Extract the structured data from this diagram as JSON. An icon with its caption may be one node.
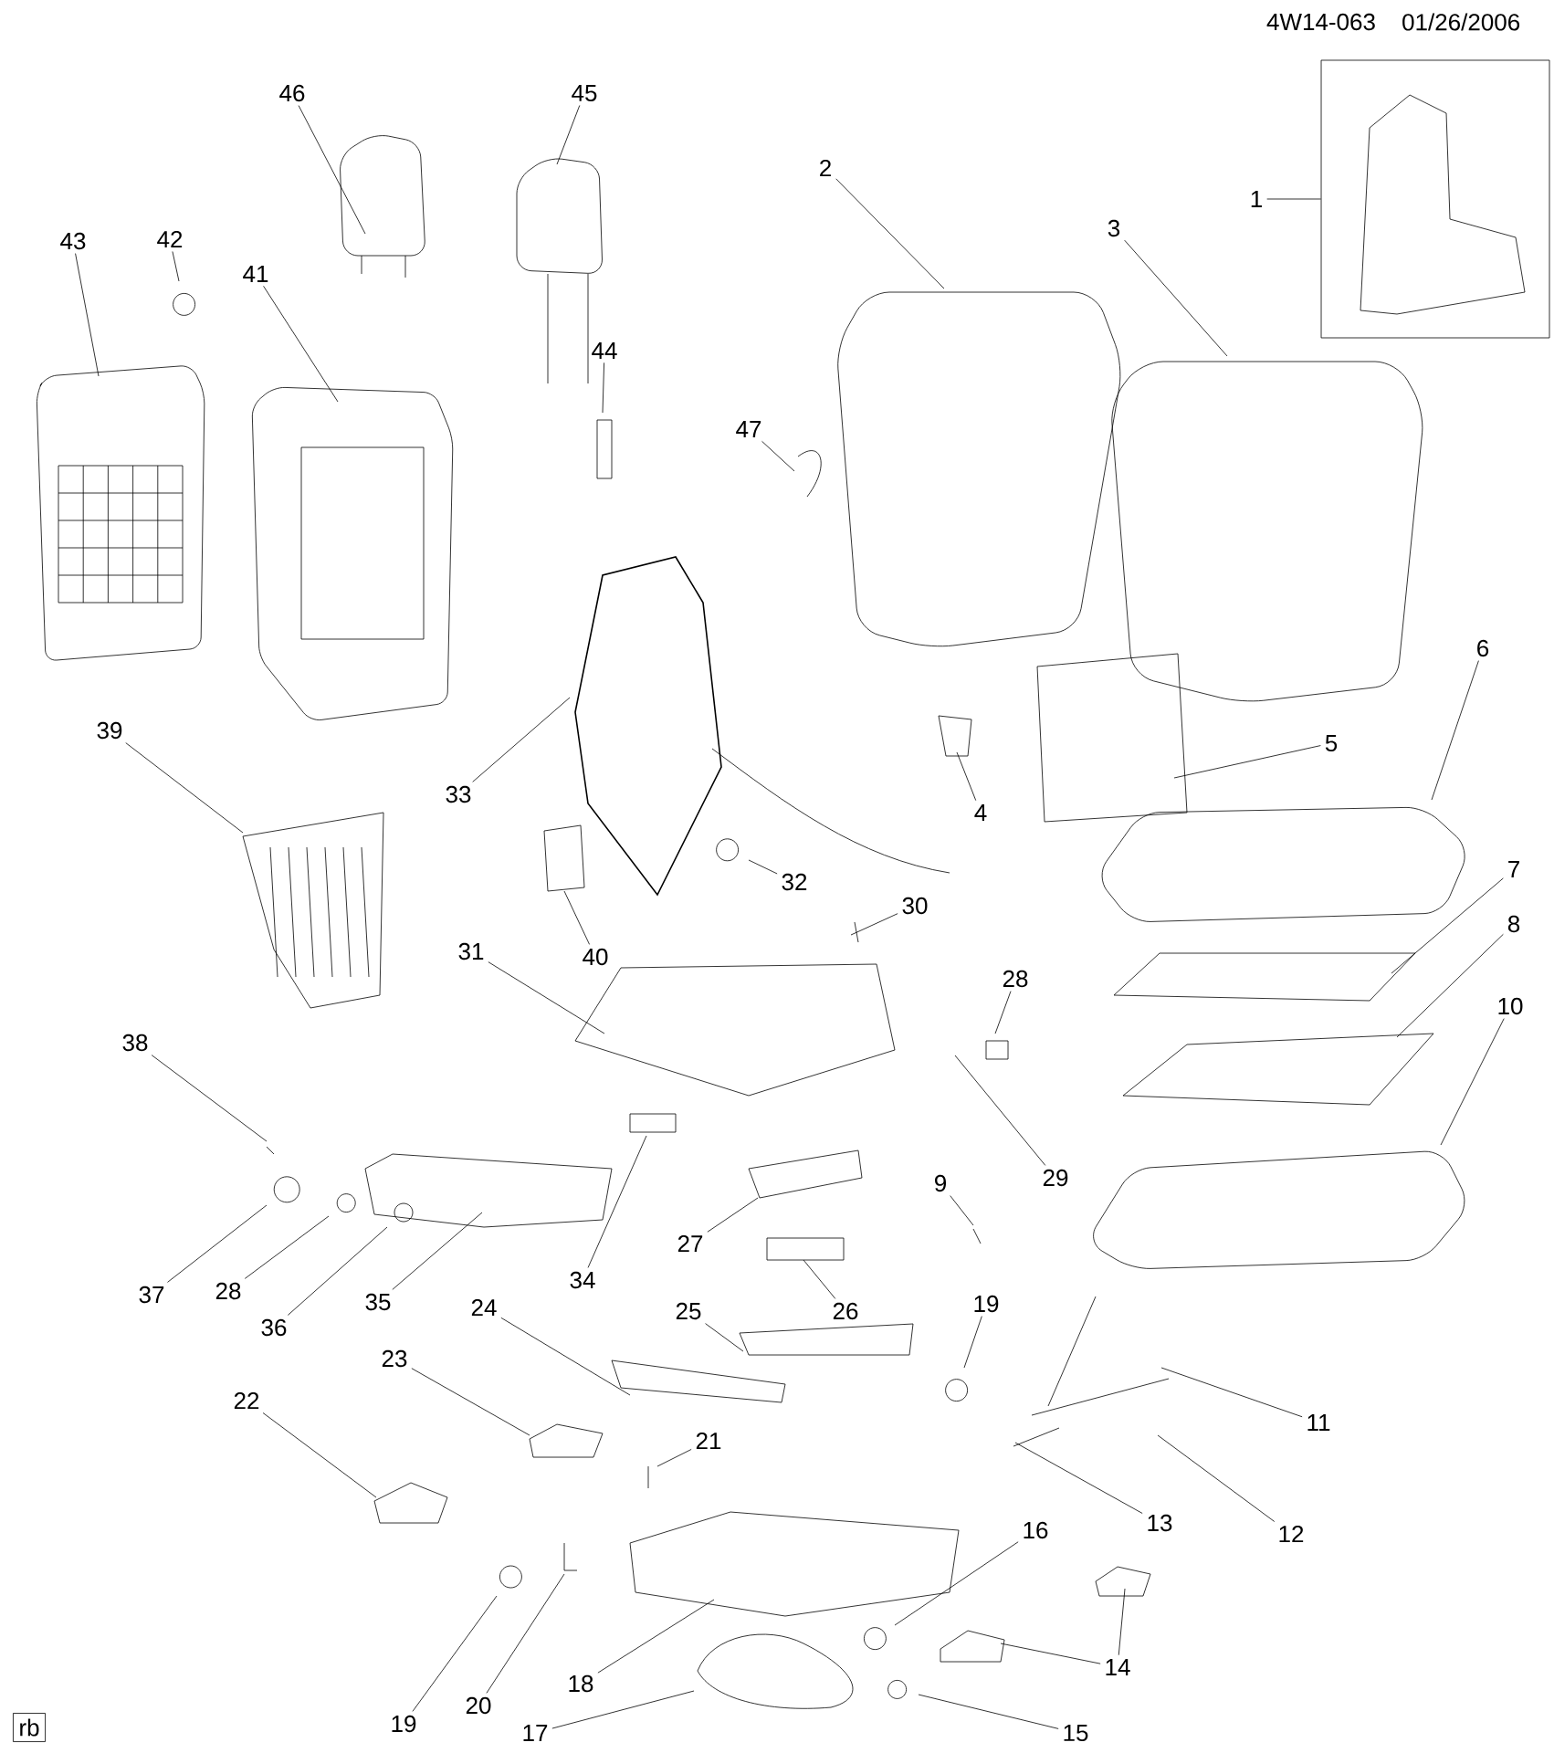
{
  "diagram": {
    "nodes": [
      {
        "text": [
          "1"
        ]
      },
      {
        "text": [],
        "shape": "picture"
      },
      {
        "text": [
          "2"
        ]
      },
      {
        "text": [
          "3"
        ]
      },
      {
        "text": [
          "4"
        ]
      },
      {
        "text": [
          "5"
        ]
      },
      {
        "text": [
          "6"
        ]
      },
      {
        "text": [
          "7"
        ]
      },
      {
        "text": [
          "8"
        ]
      },
      {
        "text": [
          "9"
        ]
      },
      {
        "text": [
          "10"
        ]
      },
      {
        "text": [
          "11"
        ]
      },
      {
        "text": [
          "12"
        ]
      },
      {
        "text": [
          "13"
        ]
      },
      {
        "text": [
          "14"
        ]
      },
      {
        "text": [
          "15"
        ]
      },
      {
        "text": [
          "16"
        ]
      },
      {
        "text": [
          "17"
        ]
      },
      {
        "text": [
          "18"
        ]
      },
      {
        "text": [
          "19"
        ]
      },
      {
        "text": [
          "20"
        ]
      },
      {
        "text": [
          "21"
        ]
      },
      {
        "text": [
          "22"
        ]
      },
      {
        "text": [
          "23"
        ]
      },
      {
        "text": [
          "24"
        ]
      },
      {
        "text": [
          "25"
        ]
      },
      {
        "text": [
          "26"
        ]
      },
      {
        "text": [
          "27"
        ]
      },
      {
        "text": [
          "28"
        ]
      },
      {
        "text": [
          "29"
        ]
      },
      {
        "text": [
          "30"
        ]
      },
      {
        "text": [
          "31"
        ]
      },
      {
        "text": [
          "32"
        ]
      },
      {
        "text": [
          "33"
        ]
      },
      {
        "text": [
          "34"
        ]
      },
      {
        "text": [
          "35"
        ]
      },
      {
        "text": [
          "36"
        ]
      },
      {
        "text": [
          "37"
        ]
      },
      {
        "text": [
          "38"
        ]
      },
      {
        "text": [
          "39"
        ]
      },
      {
        "text": [
          "40"
        ]
      },
      {
        "text": [
          "41"
        ]
      },
      {
        "text": [
          "42"
        ]
      },
      {
        "text": [
          "43"
        ]
      },
      {
        "text": [
          "44"
        ]
      },
      {
        "text": [
          "45"
        ]
      },
      {
        "text": [
          "46"
        ]
      },
      {
        "text": [
          "47"
        ]
      },
      {
        "text": [
          "19"
        ]
      },
      {
        "text": [
          "28"
        ]
      },
      {
        "text": [
          "rb"
        ]
      }
    ],
    "edges": [
      {
        "from": 0,
        "to": 1,
        "arrow": "none"
      },
      {
        "from": 2,
        "to": null,
        "arrow": "none"
      },
      {
        "from": 3,
        "to": null,
        "arrow": "none"
      },
      {
        "from": 4,
        "to": null,
        "arrow": "none"
      },
      {
        "from": 5,
        "to": null,
        "arrow": "none"
      },
      {
        "from": 6,
        "to": null,
        "arrow": "none"
      },
      {
        "from": 7,
        "to": null,
        "arrow": "none"
      },
      {
        "from": 8,
        "to": null,
        "arrow": "none"
      },
      {
        "from": 9,
        "to": null,
        "arrow": "none"
      },
      {
        "from": 10,
        "to": null,
        "arrow": "none"
      },
      {
        "from": 11,
        "to": null,
        "arrow": "none"
      },
      {
        "from": 12,
        "to": null,
        "arrow": "none"
      },
      {
        "from": 13,
        "to": null,
        "arrow": "none"
      },
      {
        "from": 14,
        "to": null,
        "arrow": "none"
      },
      {
        "from": 15,
        "to": null,
        "arrow": "none"
      },
      {
        "from": 16,
        "to": null,
        "arrow": "none"
      },
      {
        "from": 17,
        "to": null,
        "arrow": "none"
      },
      {
        "from": 18,
        "to": null,
        "arrow": "none"
      },
      {
        "from": 19,
        "to": null,
        "arrow": "none"
      },
      {
        "from": 20,
        "to": null,
        "arrow": "none"
      },
      {
        "from": 21,
        "to": null,
        "arrow": "none"
      },
      {
        "from": 22,
        "to": null,
        "arrow": "none"
      },
      {
        "from": 23,
        "to": null,
        "arrow": "none"
      },
      {
        "from": 24,
        "to": null,
        "arrow": "none"
      },
      {
        "from": 25,
        "to": null,
        "arrow": "none"
      },
      {
        "from": 26,
        "to": null,
        "arrow": "none"
      },
      {
        "from": 27,
        "to": null,
        "arrow": "none"
      },
      {
        "from": 28,
        "to": null,
        "arrow": "none"
      },
      {
        "from": 29,
        "to": null,
        "arrow": "none"
      },
      {
        "from": 30,
        "to": null,
        "arrow": "none"
      },
      {
        "from": 31,
        "to": null,
        "arrow": "none"
      },
      {
        "from": 32,
        "to": null,
        "arrow": "none"
      },
      {
        "from": 33,
        "to": null,
        "arrow": "none"
      },
      {
        "from": 34,
        "to": null,
        "arrow": "none"
      },
      {
        "from": 35,
        "to": null,
        "arrow": "none"
      },
      {
        "from": 36,
        "to": null,
        "arrow": "none"
      },
      {
        "from": 37,
        "to": null,
        "arrow": "none"
      },
      {
        "from": 38,
        "to": null,
        "arrow": "none"
      },
      {
        "from": 39,
        "to": null,
        "arrow": "none"
      },
      {
        "from": 40,
        "to": null,
        "arrow": "none"
      },
      {
        "from": 41,
        "to": null,
        "arrow": "none"
      },
      {
        "from": 42,
        "to": null,
        "arrow": "none"
      },
      {
        "from": 43,
        "to": null,
        "arrow": "none"
      },
      {
        "from": 44,
        "to": null,
        "arrow": "none"
      },
      {
        "from": 45,
        "to": null,
        "arrow": "none"
      },
      {
        "from": 46,
        "to": null,
        "arrow": "none"
      },
      {
        "from": 47,
        "to": null,
        "arrow": "none"
      },
      {
        "from": 48,
        "to": null,
        "arrow": "none"
      },
      {
        "from": 49,
        "to": null,
        "arrow": "none"
      },
      {
        "from": 14,
        "to": null,
        "arrow": "none"
      }
    ],
    "labels": [
      "4W14-063",
      "01/26/2006"
    ]
  }
}
